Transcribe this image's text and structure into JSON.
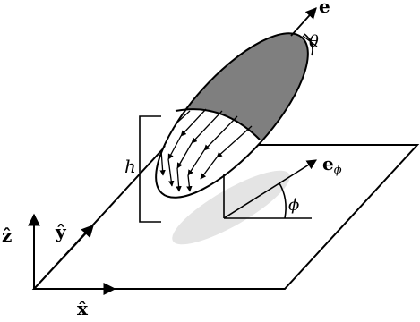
{
  "labels": {
    "e": "e",
    "theta": "θ",
    "h": "h",
    "e_phi_base": "e",
    "e_phi_sub": "ϕ",
    "phi": "ϕ",
    "z_hat": "ẑ",
    "y_hat": "ŷ",
    "x_hat": "x̂"
  },
  "colors": {
    "cap": "#7f7f7f",
    "shadow": "#e4e4e4",
    "stroke": "#000000"
  }
}
